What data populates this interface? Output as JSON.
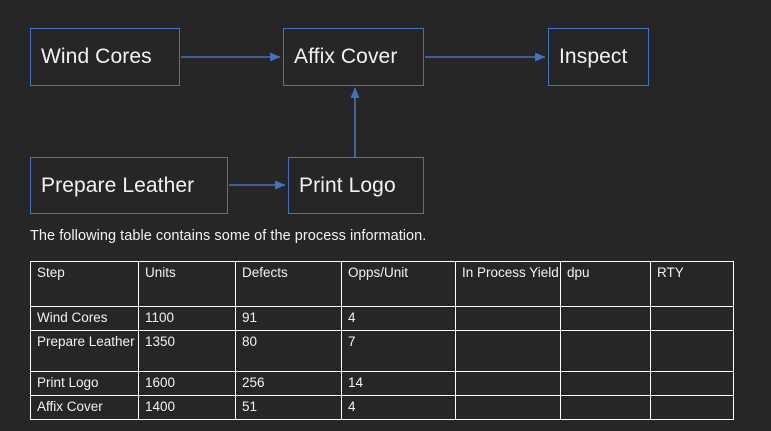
{
  "colors": {
    "background": "#262626",
    "text": "#f2f2f2",
    "box_border": "#4472c4",
    "arrow": "#4472c4",
    "table_border": "#ffffff"
  },
  "diagram": {
    "name": "process-flow-diagram",
    "nodes": [
      {
        "id": "wind-cores",
        "label": "Wind Cores"
      },
      {
        "id": "affix-cover",
        "label": "Affix Cover"
      },
      {
        "id": "inspect",
        "label": "Inspect"
      },
      {
        "id": "prepare-leather",
        "label": "Prepare Leather"
      },
      {
        "id": "print-logo",
        "label": "Print Logo"
      }
    ],
    "edges": [
      {
        "from": "wind-cores",
        "to": "affix-cover",
        "direction": "right"
      },
      {
        "from": "affix-cover",
        "to": "inspect",
        "direction": "right"
      },
      {
        "from": "prepare-leather",
        "to": "print-logo",
        "direction": "right"
      },
      {
        "from": "print-logo",
        "to": "affix-cover",
        "direction": "up"
      }
    ]
  },
  "caption": "The following table contains some of the process information.",
  "table": {
    "columns": [
      "Step",
      "Units",
      "Defects",
      "Opps/Unit",
      "In Process Yield",
      "dpu",
      "RTY"
    ],
    "rows": [
      {
        "step": "Wind Cores",
        "units": "1100",
        "defects": "91",
        "opps_unit": "4",
        "in_process_yield": "",
        "dpu": "",
        "rty": ""
      },
      {
        "step": "Prepare Leather",
        "units": "1350",
        "defects": "80",
        "opps_unit": "7",
        "in_process_yield": "",
        "dpu": "",
        "rty": ""
      },
      {
        "step": "Print Logo",
        "units": "1600",
        "defects": "256",
        "opps_unit": "14",
        "in_process_yield": "",
        "dpu": "",
        "rty": ""
      },
      {
        "step": "Affix Cover",
        "units": "1400",
        "defects": "51",
        "opps_unit": "4",
        "in_process_yield": "",
        "dpu": "",
        "rty": ""
      }
    ]
  }
}
